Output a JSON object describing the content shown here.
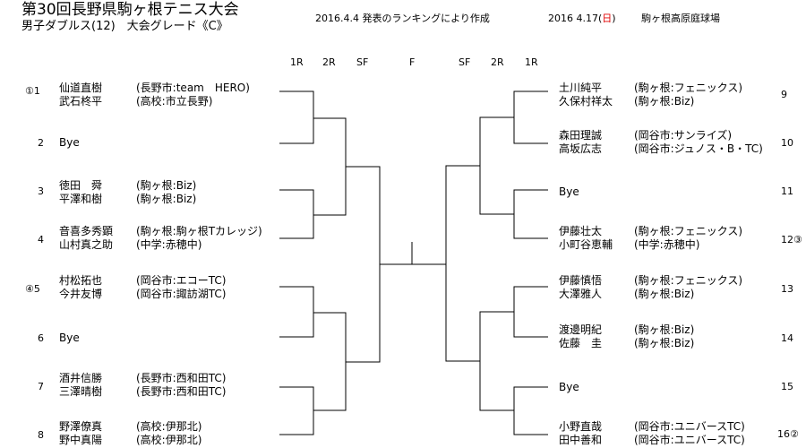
{
  "header": {
    "title": "第30回長野県駒ヶ根テニス大会",
    "subtitle": "男子ダブルス(12)　大会グレード《C》",
    "ranking_note": "2016.4.4 発表のランキングにより作成",
    "date_prefix": "2016 4.17(",
    "date_day": "日",
    "date_suffix": ")",
    "venue": "駒ヶ根高原庭球場"
  },
  "rounds_left": [
    "1R",
    "2R",
    "SF"
  ],
  "final_label": "F",
  "rounds_right": [
    "SF",
    "2R",
    "1R"
  ],
  "left_draw": [
    {
      "seed": "①1",
      "p1": "仙道直樹",
      "a1": "(長野市:team　HERO)",
      "p2": "武石柊平",
      "a2": "(高校:市立長野)"
    },
    {
      "seed": "2",
      "p1": "Bye",
      "a1": "",
      "p2": "",
      "a2": ""
    },
    {
      "seed": "3",
      "p1": "徳田　舜",
      "a1": "(駒ヶ根:Biz)",
      "p2": "平澤和樹",
      "a2": "(駒ヶ根:Biz)"
    },
    {
      "seed": "4",
      "p1": "音喜多秀顕",
      "a1": "(駒ヶ根:駒ヶ根Tカレッジ)",
      "p2": "山村真之助",
      "a2": "(中学:赤穂中)"
    },
    {
      "seed": "④5",
      "p1": "村松拓也",
      "a1": "(岡谷市:エコーTC)",
      "p2": "今井友博",
      "a2": "(岡谷市:諏訪湖TC)"
    },
    {
      "seed": "6",
      "p1": "Bye",
      "a1": "",
      "p2": "",
      "a2": ""
    },
    {
      "seed": "7",
      "p1": "酒井信勝",
      "a1": "(長野市:西和田TC)",
      "p2": "三澤晴樹",
      "a2": "(長野市:西和田TC)"
    },
    {
      "seed": "8",
      "p1": "野澤僚真",
      "a1": "(高校:伊那北)",
      "p2": "野中真陽",
      "a2": "(高校:伊那北)"
    }
  ],
  "right_draw": [
    {
      "seed": "9",
      "p1": "土川純平",
      "a1": "(駒ヶ根:フェニックス)",
      "p2": "久保村祥太",
      "a2": "(駒ヶ根:Biz)"
    },
    {
      "seed": "10",
      "p1": "森田理誠",
      "a1": "(岡谷市:サンライズ)",
      "p2": "高坂広志",
      "a2": "(岡谷市:ジュノス・B・TC)"
    },
    {
      "seed": "11",
      "p1": "Bye",
      "a1": "",
      "p2": "",
      "a2": ""
    },
    {
      "seed": "12③",
      "p1": "伊藤壮太",
      "a1": "(駒ヶ根:フェニックス)",
      "p2": "小町谷恵輔",
      "a2": "(中学:赤穂中)"
    },
    {
      "seed": "13",
      "p1": "伊藤慎悟",
      "a1": "(駒ヶ根:フェニックス)",
      "p2": "大澤雅人",
      "a2": "(駒ヶ根:Biz)"
    },
    {
      "seed": "14",
      "p1": "渡邊明紀",
      "a1": "(駒ヶ根:Biz)",
      "p2": "佐藤　圭",
      "a2": "(駒ヶ根:Biz)"
    },
    {
      "seed": "15",
      "p1": "Bye",
      "a1": "",
      "p2": "",
      "a2": ""
    },
    {
      "seed": "16②",
      "p1": "小野直哉",
      "a1": "(岡谷市:ユニバースTC)",
      "p2": "田中善和",
      "a2": "(岡谷市:ユニバースTC)"
    }
  ]
}
